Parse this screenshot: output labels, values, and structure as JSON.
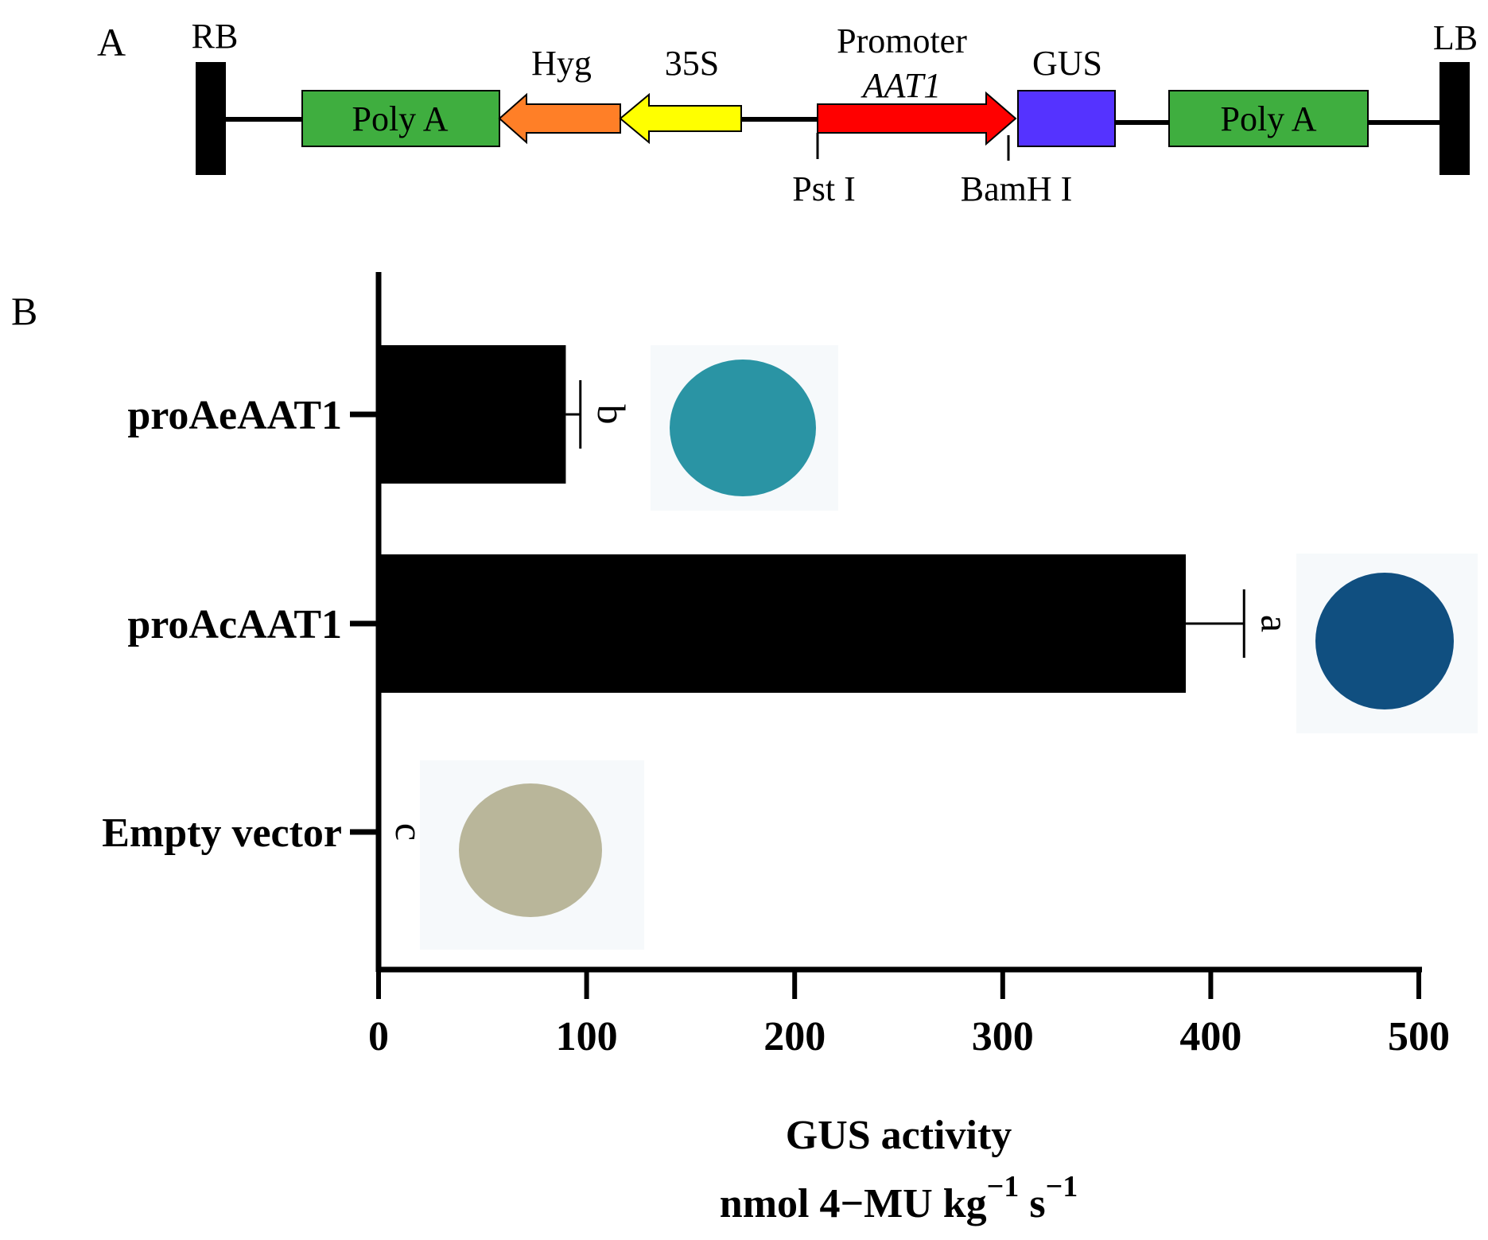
{
  "panel_a": {
    "label": "A",
    "rb": "RB",
    "lb": "LB",
    "polya_left": "Poly A",
    "polya_right": "Poly A",
    "hyg": "Hyg",
    "s35": "35S",
    "promoter": "Promoter",
    "promoter_gene": "AAT1",
    "gus": "GUS",
    "pst": "Pst I",
    "bamh": "BamH I",
    "colors": {
      "polya": "#3fae3f",
      "hyg": "#ff7f27",
      "s35": "#ffff00",
      "promoter": "#ff0000",
      "gus": "#5533ff",
      "border": "#000000"
    }
  },
  "panel_b": {
    "label": "B",
    "swatch_colors": {
      "proAeAAT1": "#2a94a4",
      "proAcAAT1": "#104f80",
      "empty": "#b9b69a",
      "background": "#f6f9fb"
    }
  },
  "chart_data": {
    "type": "bar",
    "orientation": "horizontal",
    "categories": [
      "proAeAAT1",
      "proAcAAT1",
      "Empty vector"
    ],
    "values": [
      90,
      388,
      0
    ],
    "errors": [
      7,
      28,
      0
    ],
    "significance": [
      "b",
      "a",
      "c"
    ],
    "xlabel_line1": "GUS activity",
    "xlabel_line2": "nmol 4−MU kg",
    "xlabel_sup1": "−1",
    "xlabel_s": " s",
    "xlabel_sup2": "−1",
    "xlim": [
      0,
      500
    ],
    "xticks": [
      "0",
      "100",
      "200",
      "300",
      "400",
      "500"
    ],
    "grid": false
  }
}
